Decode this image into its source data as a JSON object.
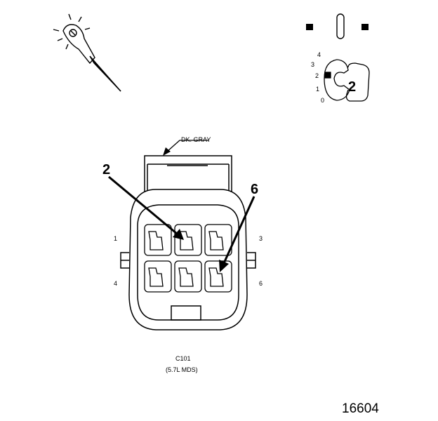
{
  "connector": {
    "wire_color_label": "DK. GRAY",
    "name": "C101",
    "variant": "(5.7L MDS)",
    "pin_labels": {
      "top_left": "1",
      "bottom_left": "4",
      "top_right": "3",
      "bottom_right": "6"
    },
    "callouts": [
      {
        "label": "2",
        "pin": 2
      },
      {
        "label": "6",
        "pin": 6
      }
    ]
  },
  "terminal_tool": {
    "scale_labels": [
      "4",
      "3",
      "2",
      "1",
      "0"
    ],
    "size_value": "2"
  },
  "figure_number": "16604",
  "icons": [
    "probe-light-icon",
    "terminal-position-icon",
    "terminal-gauge-icon"
  ],
  "colors": {
    "line": "#000000",
    "background": "#ffffff"
  }
}
